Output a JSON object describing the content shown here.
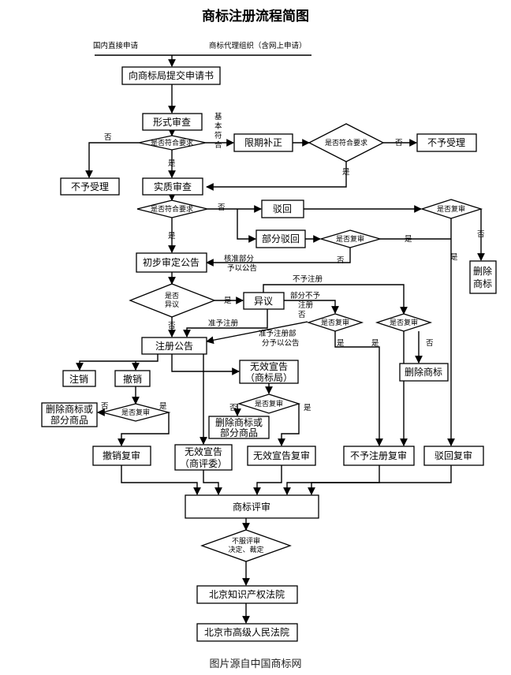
{
  "title": "商标注册流程简图",
  "caption": "图片源自中国商标网",
  "source_labels": {
    "direct": "国内直接申请",
    "agency": "商标代理组织（含网上申请）"
  },
  "boxes": {
    "submit": "向商标局提交申请书",
    "formal_review": "形式审查",
    "correction": "限期补正",
    "not_accepted_right": "不予受理",
    "not_accepted_left": "不予受理",
    "substantive_review": "实质审查",
    "rejected": "驳回",
    "partial_rejected": "部分驳回",
    "delete_mark_right": [
      "删除",
      "商标"
    ],
    "preliminary_announcement": "初步审定公告",
    "opposition": "异议",
    "registration_announcement": "注册公告",
    "delete_mark_mid": "删除商标",
    "cancel_reg": "注销",
    "revoke": "撤销",
    "invalid_tmo": [
      "无效宣告",
      "（商标局）"
    ],
    "delete_or_partial_left": [
      "删除商标或",
      "部分商品"
    ],
    "delete_or_partial_mid": [
      "删除商标或",
      "部分商品"
    ],
    "revoke_review": "撤销复审",
    "invalid_trab": [
      "无效宣告",
      "（商评委）"
    ],
    "invalid_review": "无效宣告复审",
    "refuse_reg_review": "不予注册复审",
    "reject_review": "驳回复审",
    "trab": "商标评审",
    "ip_court": "北京知识产权法院",
    "high_court": "北京市高级人民法院"
  },
  "diamonds": {
    "d_formal": "是否符合要求",
    "d_correction": "是否符合要求",
    "d_substantive": "是否符合要求",
    "d_reject_review": "是否复审",
    "d_partial_review": "是否复审",
    "d_opposition": [
      "是否",
      "异议"
    ],
    "d_opp_review": "是否复审",
    "d_refuse_review": "是否复审",
    "d_revoke_review": "是否复审",
    "d_invalid_review": "是否复审",
    "d_court": [
      "不服评审",
      "决定、裁定"
    ]
  },
  "labels": {
    "no_formal": "否",
    "basic_meet": [
      "基",
      "本",
      "符",
      "合"
    ],
    "no_corr": "否",
    "yes_corr": "是",
    "yes_formal": "是",
    "no_subst": "否",
    "yes_subst": "是",
    "no_reject_rev": "否",
    "yes_reject_rev": "是",
    "yes_partial_rev": "是",
    "no_partial_rev": "否",
    "approved_part": [
      "核准部分",
      "予以公告"
    ],
    "yes_opp": "是",
    "no_opp": "否",
    "not_registered": "不予注册",
    "part_not": [
      "部分不予",
      "注册"
    ],
    "no_opp_rev": "否",
    "approved_reg": "准予注册",
    "approved_part_reg": [
      "准予注册部",
      "分予以公告"
    ],
    "yes_opp_rev": "是",
    "yes_refuse_rev": "是",
    "no_refuse_rev": "否",
    "no_revoke_rev": "否",
    "yes_revoke_rev": "是",
    "no_invalid_rev": "否",
    "yes_invalid_rev": "是"
  }
}
